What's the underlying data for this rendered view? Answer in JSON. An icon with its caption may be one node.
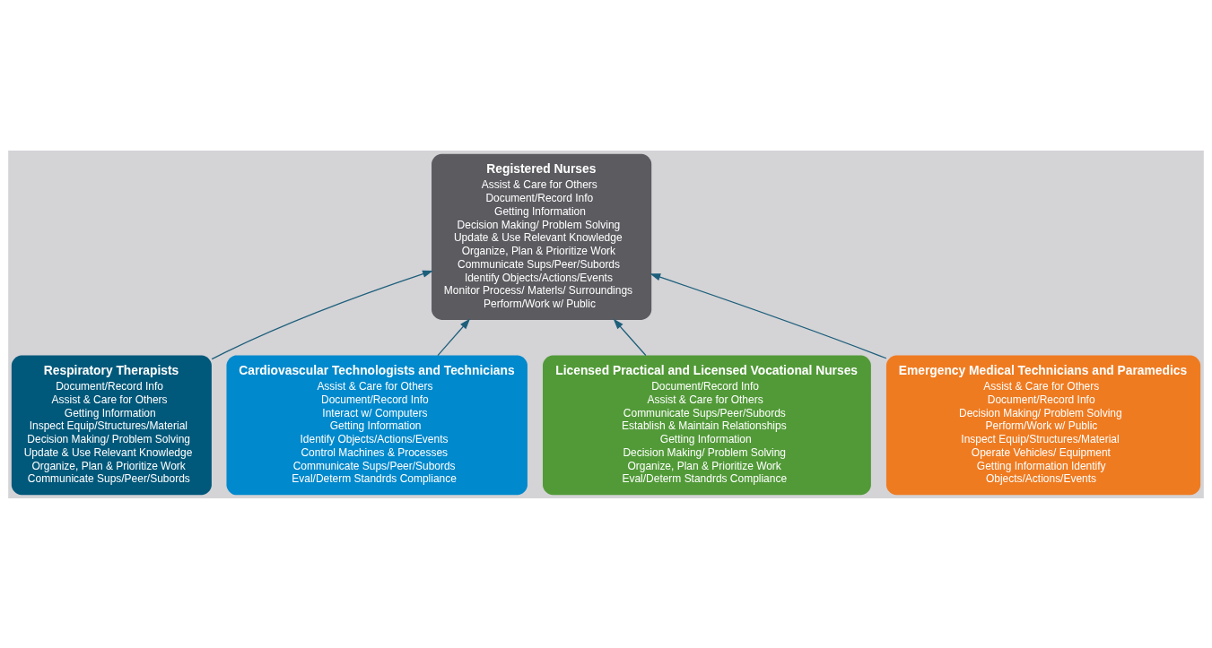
{
  "diagram": {
    "nodes": [
      {
        "text": [
          "Registered Nurses",
          "Assist & Care for Others",
          "Document/Record Info",
          "Getting Information",
          "Decision Making/ Problem Solving",
          "Update & Use Relevant Knowledge",
          "Organize, Plan & Prioritize Work",
          "Communicate Sups/Peer/Subords",
          "Identify Objects/Actions/Events",
          "Monitor Process/ Materls/ Surroundings",
          "Perform/Work w/ Public"
        ]
      },
      {
        "text": [
          "Respiratory Therapists",
          "Document/Record Info",
          "Assist & Care for Others",
          "Getting Information",
          "Inspect Equip/Structures/Material",
          "Decision Making/ Problem Solving",
          "Update & Use Relevant Knowledge",
          "Organize, Plan & Prioritize Work",
          "Communicate Sups/Peer/Subords"
        ]
      },
      {
        "text": [
          "Cardiovascular Technologists and Technicians",
          "Assist & Care for Others",
          "Document/Record Info",
          "Interact w/ Computers",
          "Getting Information",
          "Identify Objects/Actions/Events",
          "Control Machines & Processes",
          "Communicate Sups/Peer/Subords",
          "Eval/Determ Standrds Compliance"
        ]
      },
      {
        "text": [
          "Licensed Practical and Licensed Vocational Nurses",
          "Document/Record Info",
          "Assist & Care for Others",
          "Communicate Sups/Peer/Subords",
          "Establish & Maintain Relationships",
          "Getting Information",
          "Decision Making/ Problem Solving",
          "Organize, Plan & Prioritize Work",
          "Eval/Determ Standrds Compliance"
        ]
      },
      {
        "text": [
          "Emergency Medical Technicians and Paramedics",
          "Assist & Care for Others",
          "Document/Record Info",
          "Decision Making/ Problem Solving",
          "Perform/Work w/ Public",
          "Inspect Equip/Structures/Material",
          "Operate Vehicles/ Equipment",
          "Getting Information Identify",
          "Objects/Actions/Events"
        ]
      }
    ],
    "edges": [
      {
        "from": 1,
        "to": 0,
        "arrow": "to"
      },
      {
        "from": 2,
        "to": 0,
        "arrow": "to"
      },
      {
        "from": 3,
        "to": 0,
        "arrow": "to"
      },
      {
        "from": 4,
        "to": 0,
        "arrow": "to"
      }
    ]
  }
}
